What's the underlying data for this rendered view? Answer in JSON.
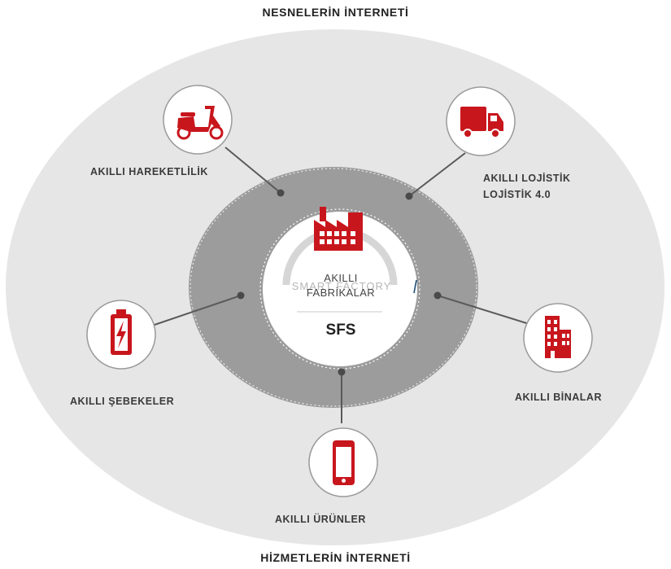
{
  "titles": {
    "top": "NESNELERİN İNTERNETİ",
    "bottom": "HİZMETLERİN İNTERNETİ"
  },
  "center": {
    "line1": "AKILLI",
    "line2": "FABRİKALAR",
    "code": "SFS",
    "watermark": "SMART FACTORY",
    "icon": "factory-icon"
  },
  "nodes": {
    "mobility": {
      "label": "AKILLI HAREKETLİLİK",
      "icon": "scooter-icon"
    },
    "logistics": {
      "label_line1": "AKILLI LOJİSTİK",
      "label_line2": "LOJİSTİK 4.0",
      "icon": "truck-icon"
    },
    "grids": {
      "label": "AKILLI ŞEBEKELER",
      "icon": "battery-icon"
    },
    "buildings": {
      "label": "AKILLI BİNALAR",
      "icon": "building-icon"
    },
    "products": {
      "label": "AKILLI ÜRÜNLER",
      "icon": "smartphone-icon"
    }
  },
  "colors": {
    "accent": "#c8161d",
    "outer_ellipse": "#e6e6e6",
    "inner_ring": "#9a9a9a",
    "connector": "#5a5a5a"
  }
}
